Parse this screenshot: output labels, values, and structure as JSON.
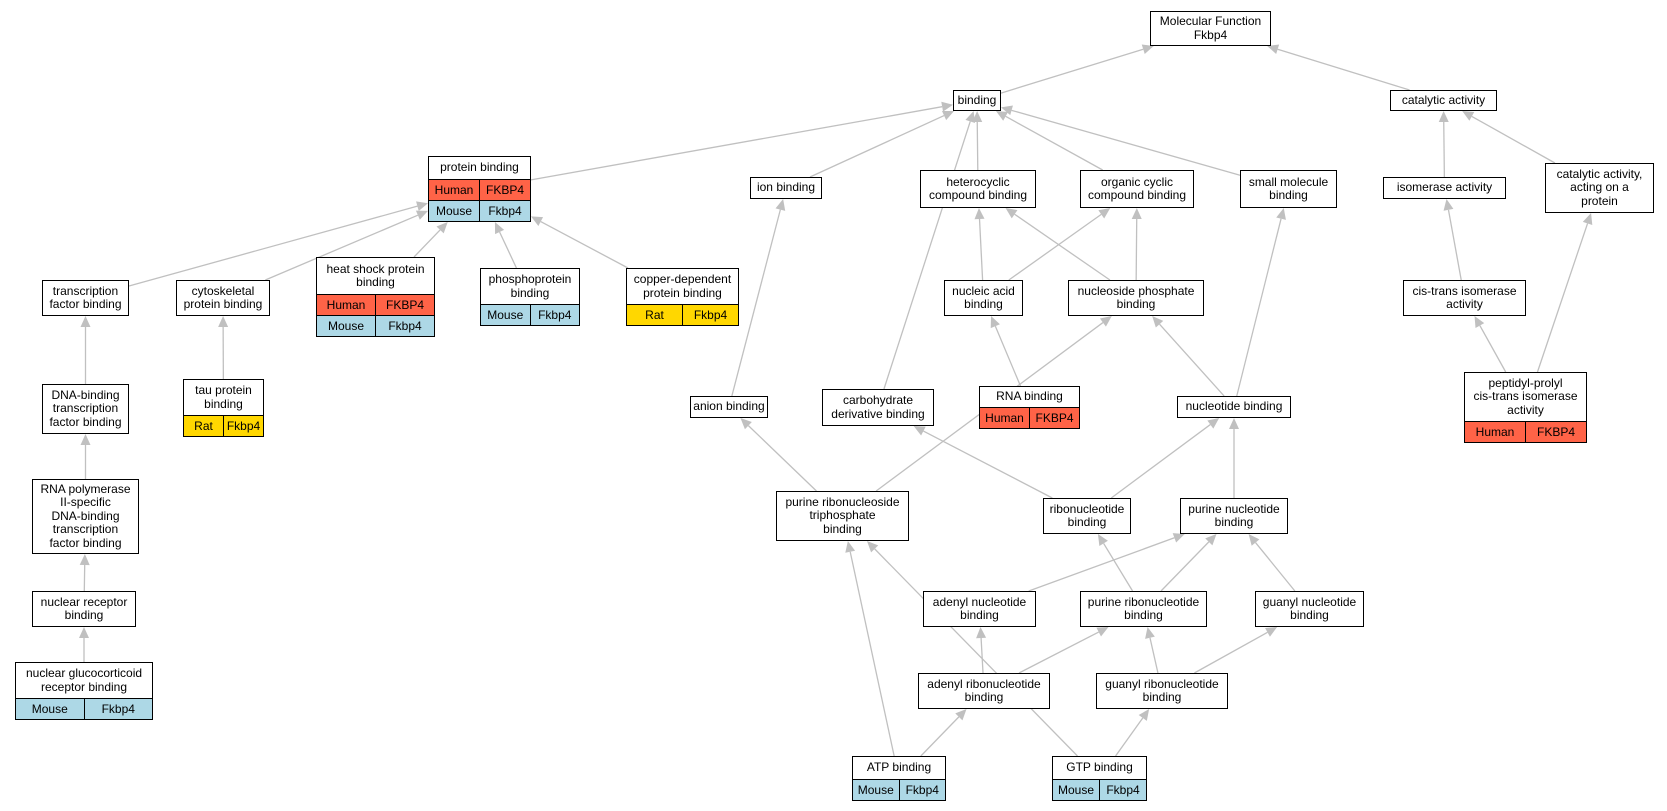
{
  "colors": {
    "human": "#ff6347",
    "mouse": "#add8e6",
    "rat": "#ffd700",
    "edge": "#c0c0c0",
    "border": "#000000"
  },
  "nodes": {
    "mf_root": {
      "label": "Molecular Function\nFkbp4",
      "rows": []
    },
    "binding": {
      "label": "binding",
      "rows": []
    },
    "catalytic_activity": {
      "label": "catalytic activity",
      "rows": []
    },
    "protein_binding": {
      "label": "protein binding",
      "rows": [
        {
          "species": "Human",
          "gene": "FKBP4",
          "class": "human"
        },
        {
          "species": "Mouse",
          "gene": "Fkbp4",
          "class": "mouse"
        }
      ]
    },
    "ion_binding": {
      "label": "ion binding",
      "rows": []
    },
    "heterocyclic": {
      "label": "heterocyclic\ncompound binding",
      "rows": []
    },
    "organic_cyclic": {
      "label": "organic cyclic\ncompound binding",
      "rows": []
    },
    "small_molecule": {
      "label": "small molecule\nbinding",
      "rows": []
    },
    "isomerase_activity": {
      "label": "isomerase activity",
      "rows": []
    },
    "catalytic_on_protein": {
      "label": "catalytic activity,\nacting on a\nprotein",
      "rows": []
    },
    "tf_binding": {
      "label": "transcription\nfactor binding",
      "rows": []
    },
    "cytoskeletal": {
      "label": "cytoskeletal\nprotein binding",
      "rows": []
    },
    "heat_shock": {
      "label": "heat shock protein\nbinding",
      "rows": [
        {
          "species": "Human",
          "gene": "FKBP4",
          "class": "human"
        },
        {
          "species": "Mouse",
          "gene": "Fkbp4",
          "class": "mouse"
        }
      ]
    },
    "phosphoprotein": {
      "label": "phosphoprotein\nbinding",
      "rows": [
        {
          "species": "Mouse",
          "gene": "Fkbp4",
          "class": "mouse"
        }
      ]
    },
    "copper": {
      "label": "copper-dependent\nprotein binding",
      "rows": [
        {
          "species": "Rat",
          "gene": "Fkbp4",
          "class": "rat"
        }
      ]
    },
    "nucleic_acid": {
      "label": "nucleic acid\nbinding",
      "rows": []
    },
    "nucleoside_phosphate": {
      "label": "nucleoside phosphate\nbinding",
      "rows": []
    },
    "cis_trans": {
      "label": "cis-trans isomerase\nactivity",
      "rows": []
    },
    "dna_binding_tf": {
      "label": "DNA-binding\ntranscription\nfactor binding",
      "rows": []
    },
    "tau": {
      "label": "tau protein\nbinding",
      "rows": [
        {
          "species": "Rat",
          "gene": "Fkbp4",
          "class": "rat"
        }
      ]
    },
    "anion": {
      "label": "anion binding",
      "rows": []
    },
    "carbohydrate": {
      "label": "carbohydrate\nderivative binding",
      "rows": []
    },
    "rna": {
      "label": "RNA binding",
      "rows": [
        {
          "species": "Human",
          "gene": "FKBP4",
          "class": "human"
        }
      ]
    },
    "nucleotide": {
      "label": "nucleotide binding",
      "rows": []
    },
    "peptidyl_prolyl": {
      "label": "peptidyl-prolyl\ncis-trans isomerase\nactivity",
      "rows": [
        {
          "species": "Human",
          "gene": "FKBP4",
          "class": "human"
        }
      ]
    },
    "rnap2": {
      "label": "RNA polymerase\nII-specific\nDNA-binding\ntranscription\nfactor binding",
      "rows": []
    },
    "purine_rntp": {
      "label": "purine ribonucleoside\ntriphosphate\nbinding",
      "rows": []
    },
    "ribonucleotide": {
      "label": "ribonucleotide\nbinding",
      "rows": []
    },
    "purine_nucleotide": {
      "label": "purine nucleotide\nbinding",
      "rows": []
    },
    "nuclear_receptor": {
      "label": "nuclear receptor\nbinding",
      "rows": []
    },
    "adenyl_nucleotide": {
      "label": "adenyl nucleotide\nbinding",
      "rows": []
    },
    "purine_ribonucleotide": {
      "label": "purine ribonucleotide\nbinding",
      "rows": []
    },
    "guanyl_nucleotide": {
      "label": "guanyl nucleotide\nbinding",
      "rows": []
    },
    "glucocorticoid": {
      "label": "nuclear glucocorticoid\nreceptor binding",
      "rows": [
        {
          "species": "Mouse",
          "gene": "Fkbp4",
          "class": "mouse"
        }
      ]
    },
    "adenyl_ribonucleotide": {
      "label": "adenyl ribonucleotide\nbinding",
      "rows": []
    },
    "guanyl_ribonucleotide": {
      "label": "guanyl ribonucleotide\nbinding",
      "rows": []
    },
    "atp": {
      "label": "ATP binding",
      "rows": [
        {
          "species": "Mouse",
          "gene": "Fkbp4",
          "class": "mouse"
        }
      ]
    },
    "gtp": {
      "label": "GTP binding",
      "rows": [
        {
          "species": "Mouse",
          "gene": "Fkbp4",
          "class": "mouse"
        }
      ]
    }
  }
}
